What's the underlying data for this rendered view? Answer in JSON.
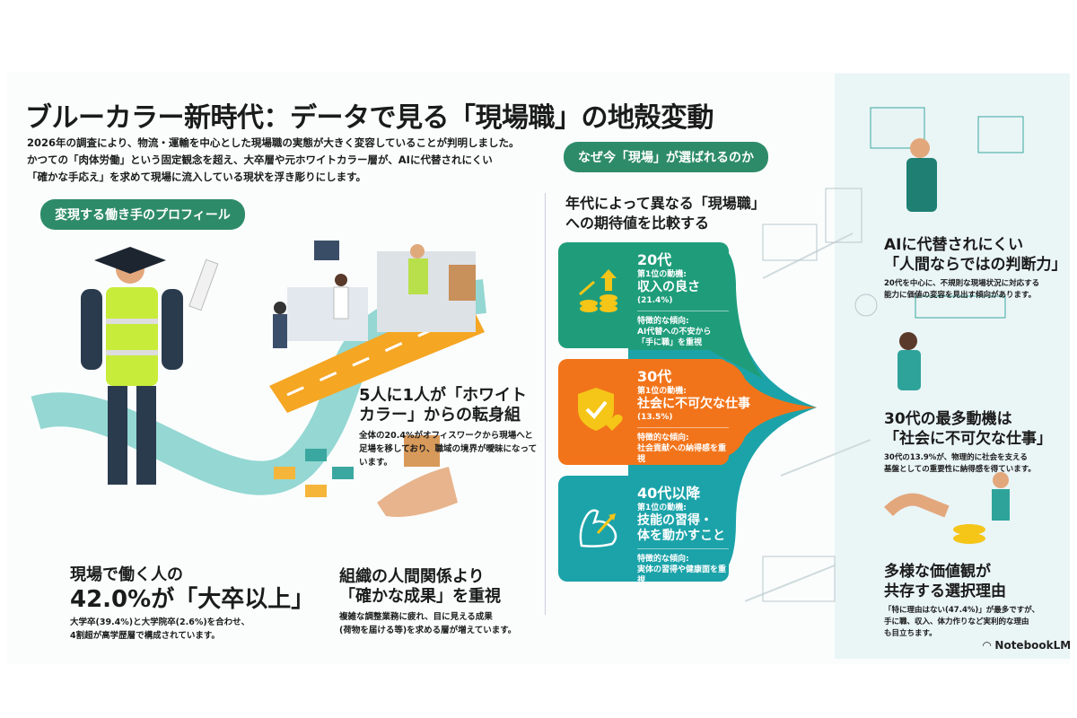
{
  "title": "ブルーカラー新時代：データで見る「現場職」の地殻変動",
  "intro": [
    "2026年の調査により、物流・運輸を中心とした現場職の実態が大きく変容していることが判明しました。",
    "かつての「肉体労働」という固定観念を超え、大卒層や元ホワイトカラー層が、AIに代替されにくい",
    "「確かな手応え」を求めて現場に流入している現状を浮き彫りにします。"
  ],
  "left": {
    "section_label": "変現する働き手のプロフィール",
    "whitecollar": {
      "title1": "5人に1人が「ホワイト",
      "title2": "カラー」からの転身組",
      "body": "全体の20.4%がオフィスワークから現場へと足場を移しており、職域の境界が曖昧になっています。"
    },
    "education": {
      "title1": "現場で働く人の",
      "title2": "42.0%が「大卒以上」",
      "body1": "大学卒(39.4%)と大学院卒(2.6%)を合わせ、",
      "body2": "4割超が高学歴層で構成されています。"
    },
    "results": {
      "title1": "組織の人間関係より",
      "title2": "「確かな成果」を重視",
      "body1": "複雑な調整業務に疲れ、目に見える成果",
      "body2": "(荷物を届ける等)を求める層が増えています。"
    }
  },
  "middle": {
    "section_label": "なぜ今「現場」が選ばれるのか",
    "subtitle1": "年代によって異なる「現場職」",
    "subtitle2": "への期待値を比較する",
    "cards": [
      {
        "age": "20代",
        "motive_label": "第1位の動機:",
        "motive": "収入の良さ",
        "pct": "(21.4%)",
        "trait_label": "特徴的な傾向:",
        "trait1": "AI代替への不安から",
        "trait2": "「手に職」を重視",
        "color": "#1f9d7b",
        "icon": "coins-arrow-up-icon"
      },
      {
        "age": "30代",
        "motive_label": "第1位の動機:",
        "motive": "社会に不可欠な仕事",
        "pct": "(13.5%)",
        "trait_label": "特徴的な傾向:",
        "trait1": "社会貢献への納得感を重視",
        "trait2": "",
        "color": "#f2741a",
        "icon": "shield-check-heart-icon"
      },
      {
        "age": "40代以降",
        "motive_label": "第1位の動機:",
        "motive": "技能の習得・",
        "motive2": "体を動かすこと",
        "trait_label": "特徴的な傾向:",
        "trait1": "実体の習得や健康面を重視",
        "trait2": "",
        "color": "#1ba3a9",
        "icon": "muscle-arm-icon"
      }
    ]
  },
  "right": {
    "items": [
      {
        "title1": "AIに代替されにくい",
        "title2": "「人間ならではの判断力」",
        "body1": "20代を中心に、不規則な現場状況に対応する",
        "body2": "能力に価値の変容を見出す傾向があります。"
      },
      {
        "title1": "30代の最多動機は",
        "title2": "「社会に不可欠な仕事」",
        "body1": "30代の13.9%が、物理的に社会を支える",
        "body2": "基盤としての重要性に納得感を得ています。"
      },
      {
        "title1": "多様な価値観が",
        "title2": "共存する選択理由",
        "body1": "「特に理由はない(47.4%)」が最多ですが、",
        "body2": "手に職、収入、体力作りなど実利的な理由",
        "body3": "も目立ちます。"
      }
    ]
  },
  "brand": "NotebookLM",
  "colors": {
    "green": "#2e8b6a",
    "orange": "#f2741a",
    "teal": "#1ba3a9",
    "panel": "#eaf5f6"
  }
}
